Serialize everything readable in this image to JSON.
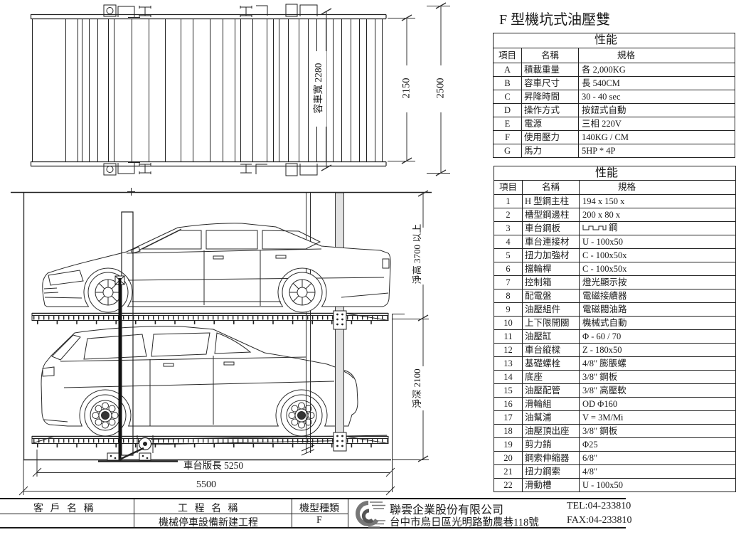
{
  "page_title": "F 型機坑式油壓雙",
  "spec_table_1": {
    "header": "性能",
    "columns": {
      "item": "項目",
      "name": "名稱",
      "spec": "規格"
    },
    "rows": [
      {
        "id": "A",
        "name": "積載重量",
        "value": "各 2,000KG"
      },
      {
        "id": "B",
        "name": "容車尺寸",
        "value": "長 540CM"
      },
      {
        "id": "C",
        "name": "昇降時間",
        "value": "30 - 40 sec"
      },
      {
        "id": "D",
        "name": "操作方式",
        "value": "按鈕式自動"
      },
      {
        "id": "E",
        "name": "電源",
        "value": "三相 220V"
      },
      {
        "id": "F",
        "name": "使用壓力",
        "value": "140KG / CM"
      },
      {
        "id": "G",
        "name": "馬力",
        "value": "5HP * 4P"
      }
    ]
  },
  "spec_table_2": {
    "header": "性能",
    "columns": {
      "item": "項目",
      "name": "名稱",
      "spec": "規格"
    },
    "rows": [
      {
        "id": "1",
        "name": "H 型鋼主柱",
        "value": "194 x 150 x"
      },
      {
        "id": "2",
        "name": "槽型鋼邊柱",
        "value": "200 x 80 x"
      },
      {
        "id": "3",
        "name": "車台鋼板",
        "value": "鋼",
        "icon": "steel-deck-profile-icon"
      },
      {
        "id": "4",
        "name": "車台連接材",
        "value": "U - 100x50"
      },
      {
        "id": "5",
        "name": "扭力加強材",
        "value": "C - 100x50x"
      },
      {
        "id": "6",
        "name": "擋輪桿",
        "value": "C - 100x50x"
      },
      {
        "id": "7",
        "name": "控制箱",
        "value": "燈光顯示按"
      },
      {
        "id": "8",
        "name": "配電盤",
        "value": "電磁接續器"
      },
      {
        "id": "9",
        "name": "油壓組件",
        "value": "電磁閥油路"
      },
      {
        "id": "10",
        "name": "上下限開關",
        "value": "機械式自動"
      },
      {
        "id": "11",
        "name": "油壓缸",
        "value": "Φ - 60 / 70"
      },
      {
        "id": "12",
        "name": "車台縱樑",
        "value": "Z - 180x50"
      },
      {
        "id": "13",
        "name": "基礎螺栓",
        "value": "4/8\" 膨脹螺"
      },
      {
        "id": "14",
        "name": "底座",
        "value": "3/8\" 鋼板"
      },
      {
        "id": "15",
        "name": "油壓配管",
        "value": "3/8\" 高壓軟"
      },
      {
        "id": "16",
        "name": "滑輪組",
        "value": "OD Φ160"
      },
      {
        "id": "17",
        "name": "油幫浦",
        "value": "V = 3M/Mi"
      },
      {
        "id": "18",
        "name": "油壓頂出座",
        "value": "3/8\" 鋼板"
      },
      {
        "id": "19",
        "name": "剪力銷",
        "value": "Φ25"
      },
      {
        "id": "20",
        "name": "鋼索伸縮器",
        "value": "6/8\""
      },
      {
        "id": "21",
        "name": "扭力鋼索",
        "value": "4/8\""
      },
      {
        "id": "22",
        "name": "滑動槽",
        "value": "U - 100x50"
      }
    ]
  },
  "dimensions": {
    "plan_width_label": "容車寬 2280",
    "plan_inner": "2150",
    "plan_outer": "2500",
    "clear_height": "淨高 3700 以上",
    "pit_depth": "淨深 2100",
    "platform_length": "車台版長 5250",
    "overall_length": "5500"
  },
  "title_block": {
    "customer_label": "客 戶 名 稱",
    "project_label": "工 程 名 稱",
    "model_label": "機型種類",
    "project_value": "機械停車設備新建工程",
    "model_value": "F",
    "company_name": "聯雲企業股份有限公司",
    "company_address": "台中市烏日區光明路勤農巷118號",
    "tel": "TEL:04-233810",
    "fax": "FAX:04-233810"
  }
}
